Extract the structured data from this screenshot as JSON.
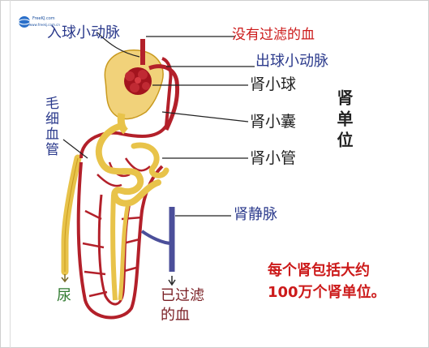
{
  "logo": {
    "text": "FreeKJ.com",
    "sub": "www.freekj.com.cn"
  },
  "labels": {
    "afferent": "入球小动脉",
    "unfiltered_blood": "没有过滤的血",
    "efferent": "出球小动脉",
    "glomerulus": "肾小球",
    "capsule": "肾小囊",
    "tubule": "肾小管",
    "capillary": "毛细血管",
    "renal_vein": "肾静脉",
    "nephron": "肾单位",
    "urine": "尿",
    "filtered_blood_line1": "已过滤",
    "filtered_blood_line2": "的血"
  },
  "note": {
    "line1": "每个肾包括大约",
    "line2": "100万个肾单位。"
  },
  "colors": {
    "label_blue": "#2b3a8c",
    "note_red": "#cc1a1a",
    "vessel_red": "#b3202a",
    "tubule_yellow": "#e8c34a",
    "vein_purple": "#4b4f9a"
  }
}
